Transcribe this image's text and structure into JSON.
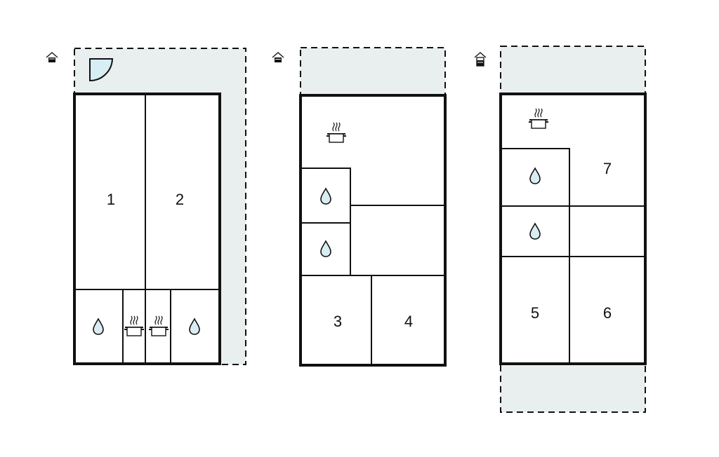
{
  "plans": [
    {
      "name": "floor-plan-1",
      "rooms": [
        "1",
        "2"
      ]
    },
    {
      "name": "floor-plan-2",
      "rooms": [
        "3",
        "4"
      ]
    },
    {
      "name": "floor-plan-3",
      "rooms": [
        "5",
        "6",
        "7"
      ]
    }
  ],
  "icons": {
    "floor_marker": "house-floor-icon",
    "bathroom": "water-drop-icon",
    "kitchen": "cooking-pot-icon",
    "door": "door-swing-icon"
  },
  "colors": {
    "balcony_fill": "#e9eeee",
    "wall": "#111111",
    "water_drop": "#d8edf1",
    "door_fill": "#d6eef4"
  }
}
